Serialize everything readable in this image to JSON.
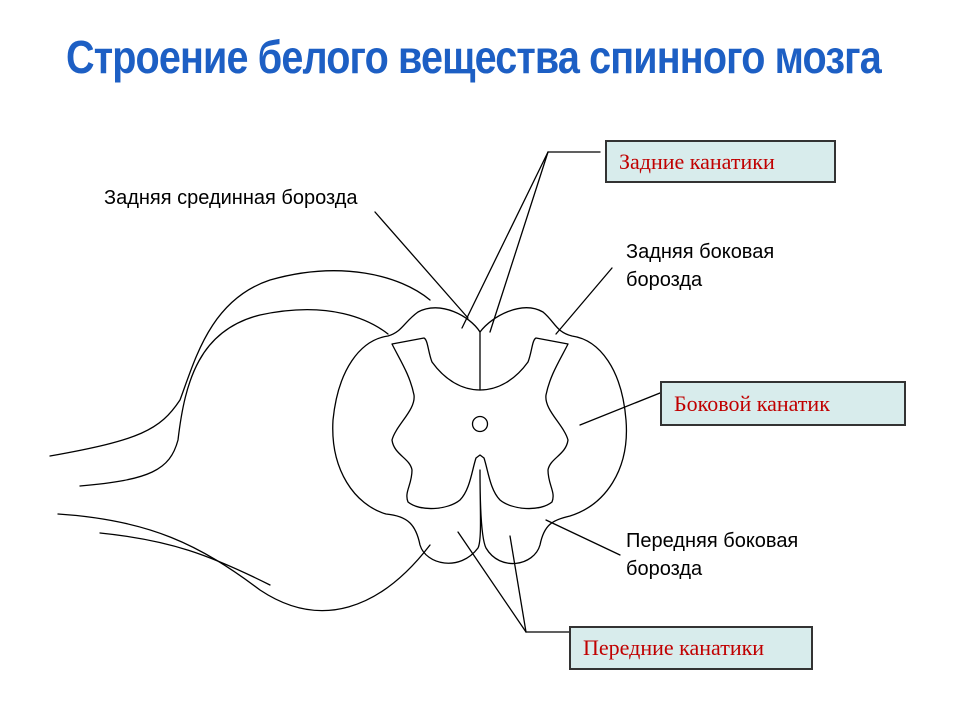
{
  "title": "Строение белого вещества спинного мозга",
  "labels": {
    "posterior_median_sulcus": "Задняя срединная борозда",
    "posterior_lateral_sulcus_line1": "Задняя боковая",
    "posterior_lateral_sulcus_line2": "борозда",
    "anterior_lateral_sulcus_line1": "Передняя боковая",
    "anterior_lateral_sulcus_line2": "борозда"
  },
  "callouts": {
    "posterior_funiculi": "Задние канатики",
    "lateral_funiculus": "Боковой канатик",
    "anterior_funiculi": "Передние канатики"
  },
  "colors": {
    "title": "#1d5fc4",
    "callout_text": "#c00000",
    "callout_fill": "#d8ecec"
  }
}
